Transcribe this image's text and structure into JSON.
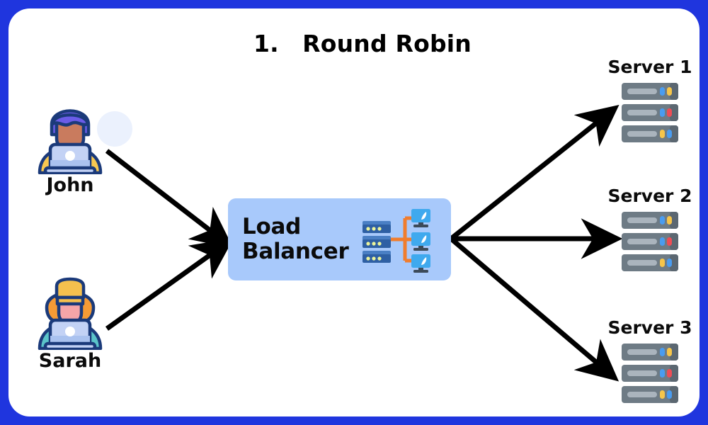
{
  "page": {
    "title": "1. Round Robin",
    "border_color": "#1f35de",
    "card_background": "#ffffff"
  },
  "clients": [
    {
      "id": "john",
      "name": "John",
      "avatar_icon": "user-laptop-avatar-icon",
      "hair_color": "#6b5ce7",
      "skin_color": "#c97b5e",
      "shirt_color": "#f8c851"
    },
    {
      "id": "sarah",
      "name": "Sarah",
      "avatar_icon": "user-laptop-avatar-icon",
      "hair_color": "#f5c04e",
      "skin_color": "#f5a5a8",
      "shirt_color": "#5bc4c9"
    }
  ],
  "load_balancer": {
    "label": "Load\nBalancer",
    "box_color": "#a8c9fb",
    "icon": "load-balancer-network-icon",
    "icon_server_color": "#2e5fa3",
    "icon_link_color": "#f07d2e",
    "icon_monitor_color": "#3fa9ee"
  },
  "servers": [
    {
      "id": "server-1",
      "name": "Server 1",
      "icon": "server-rack-icon",
      "lights": [
        "#4a9cf0",
        "#f6c council",
        "#f6c54a"
      ]
    },
    {
      "id": "server-2",
      "name": "Server 2",
      "icon": "server-rack-icon"
    },
    {
      "id": "server-3",
      "name": "Server 3",
      "icon": "server-rack-icon"
    }
  ],
  "connections": {
    "arrow_color": "#000000",
    "inbound": [
      {
        "from": "john",
        "to": "load-balancer"
      },
      {
        "from": "sarah",
        "to": "load-balancer"
      }
    ],
    "outbound": [
      {
        "from": "load-balancer",
        "to": "server-1"
      },
      {
        "from": "load-balancer",
        "to": "server-2"
      },
      {
        "from": "load-balancer",
        "to": "server-3"
      }
    ]
  }
}
